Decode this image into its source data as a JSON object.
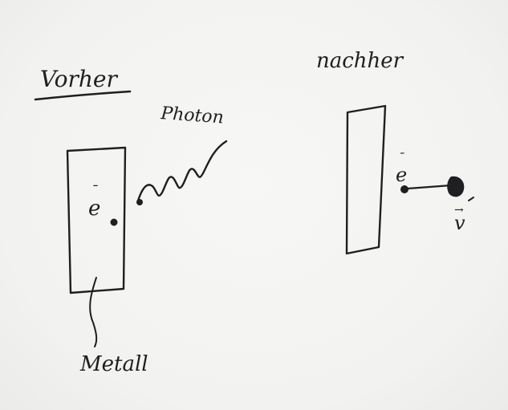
{
  "labels": {
    "before": "Vorher",
    "after": "nachher",
    "photon": "Photon",
    "metal": "Metall",
    "electron": "e",
    "electron_charge": "¯",
    "velocity": "v",
    "velocity_arrow": "→"
  }
}
